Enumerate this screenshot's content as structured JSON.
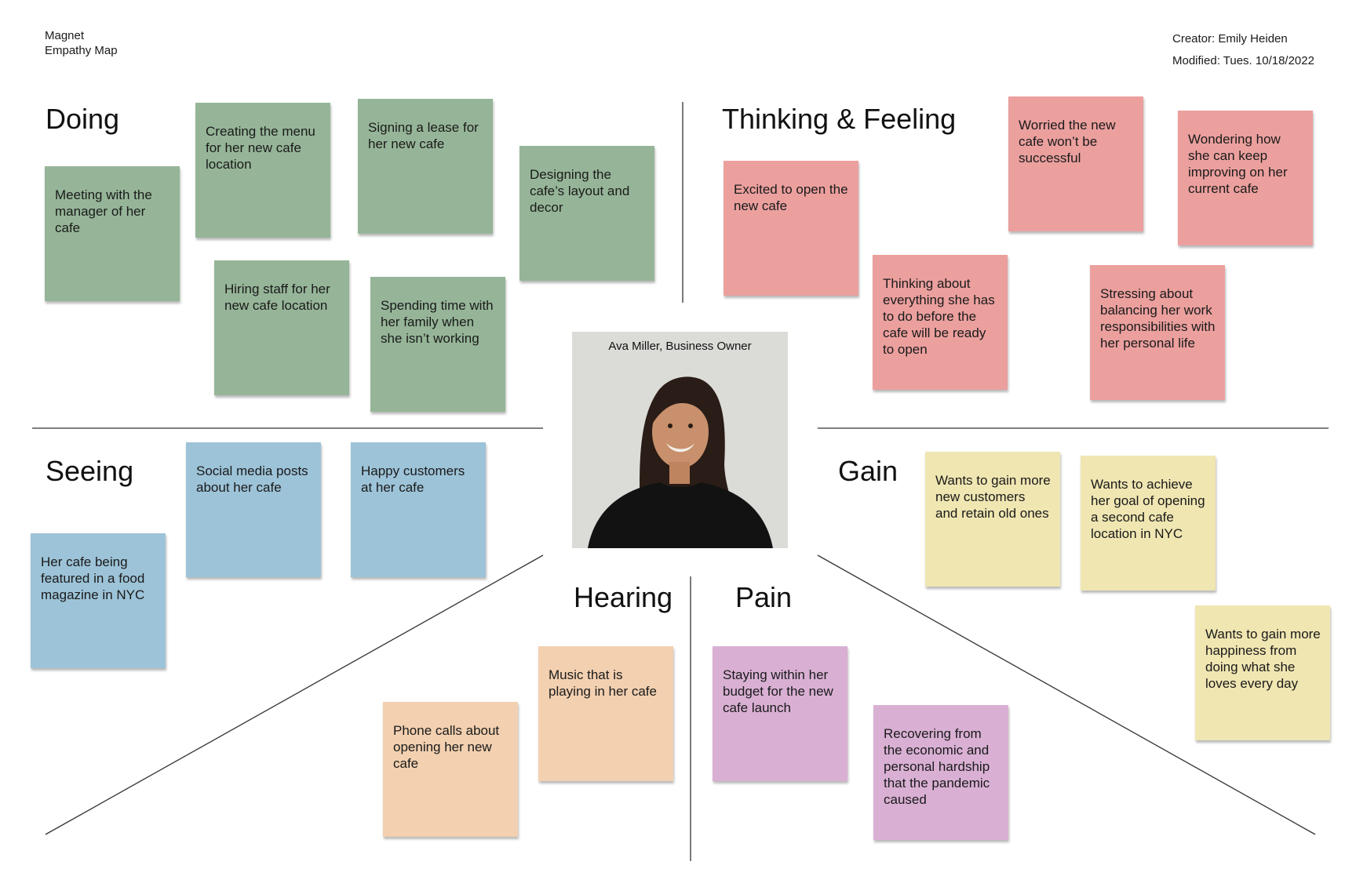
{
  "header": {
    "org": "Magnet",
    "doc_title": "Empathy Map",
    "creator": "Creator: Emily Heiden",
    "modified": "Modified: Tues. 10/18/2022"
  },
  "sections": {
    "doing": "Doing",
    "thinking_feeling": "Thinking & Feeling",
    "seeing": "Seeing",
    "gain": "Gain",
    "hearing": "Hearing",
    "pain": "Pain"
  },
  "persona": {
    "caption": "Ava Miller, Business Owner"
  },
  "notes": {
    "doing": [
      "Meeting with the manager of her cafe",
      "Creating the menu for her new cafe location",
      "Signing a lease for her new cafe",
      "Designing the cafe’s layout and decor",
      "Hiring staff for her new cafe location",
      "Spending time with her family when she isn’t working"
    ],
    "thinking": [
      "Excited to open the new cafe",
      "Worried the new cafe won’t be successful",
      "Wondering how she can keep improving on her current cafe",
      "Thinking about everything she has to do before the cafe will be ready to open",
      "Stressing about balancing her work responsibilities with her personal life"
    ],
    "seeing": [
      "Social media posts about her cafe",
      "Happy customers at her cafe",
      "Her cafe being featured in a food magazine in NYC"
    ],
    "gain": [
      "Wants to gain more new customers and retain old ones",
      "Wants to achieve her goal of opening a second cafe location in NYC",
      "Wants to gain more happiness from doing what she loves every day"
    ],
    "hearing": [
      "Music that is playing in her cafe",
      "Phone calls about opening her new cafe"
    ],
    "pain": [
      "Staying within her budget for the new cafe launch",
      "Recovering from the economic and personal hardship that the pandemic caused"
    ]
  },
  "colors": {
    "doing": "#96b598",
    "thinking": "#eba09e",
    "seeing": "#9dc3d8",
    "hearing": "#f2d0b0",
    "pain": "#d9b0d4",
    "gain": "#f0e6b2"
  }
}
